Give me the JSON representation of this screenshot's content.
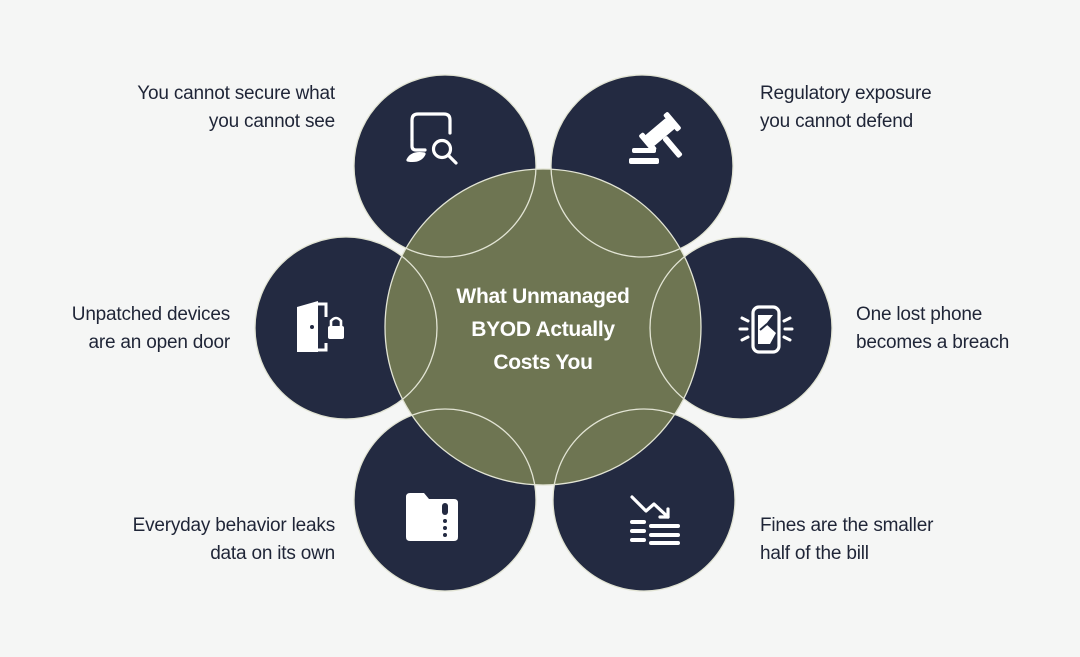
{
  "center": {
    "title_lines": [
      "What Unmanaged",
      "BYOD Actually",
      "Costs You"
    ]
  },
  "items": [
    {
      "id": "visibility",
      "icon": "monitor-search-icon",
      "lines": [
        "You cannot secure what",
        "you cannot see"
      ]
    },
    {
      "id": "regulatory",
      "icon": "gavel-icon",
      "lines": [
        "Regulatory exposure",
        "you cannot defend"
      ]
    },
    {
      "id": "lost-phone",
      "icon": "broken-phone-icon",
      "lines": [
        "One lost phone",
        "becomes a breach"
      ]
    },
    {
      "id": "fines",
      "icon": "trend-down-money-icon",
      "lines": [
        "Fines are the smaller",
        "half of the bill"
      ]
    },
    {
      "id": "leaks",
      "icon": "zipped-folder-icon",
      "lines": [
        "Everyday behavior leaks",
        "data on its own"
      ]
    },
    {
      "id": "unpatched",
      "icon": "open-door-lock-icon",
      "lines": [
        "Unpatched devices",
        "are an open door"
      ]
    }
  ],
  "colors": {
    "background": "#f5f6f5",
    "petal": "#232a41",
    "center": "#6e7552",
    "outline": "#e2e4d4",
    "text": "#1f2537",
    "icon": "#ffffff"
  }
}
